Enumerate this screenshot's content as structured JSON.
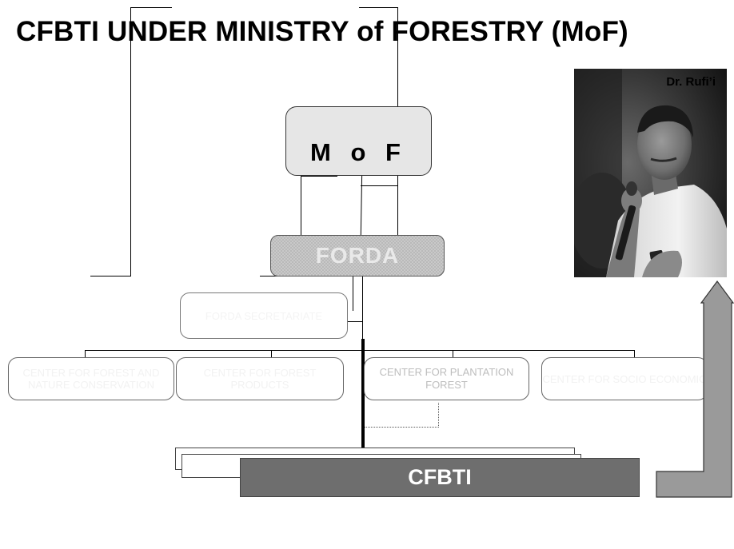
{
  "title": "CFBTI UNDER MINISTRY of FORESTRY (MoF)",
  "nodes": {
    "mof": "M o F",
    "forda": "FORDA",
    "secretariat": "FORDA SECRETARIATE",
    "center_1": "CENTER FOR FOREST AND NATURE CONSERVATION",
    "center_2": "CENTER FOR FOREST PRODUCTS",
    "center_3": "CENTER FOR PLANTATION FOREST",
    "center_4": "CENTER FOR SOCIO ECONOMIC",
    "cfbti": "CFBTI"
  },
  "photo": {
    "caption": "Dr. Rufi’i"
  },
  "colors": {
    "mof_fill": "#e6e6e6",
    "forda_fill": "#c9c9c9",
    "cfbti_fill": "#6e6e6e",
    "arrow_fill": "#9a9a9a"
  }
}
